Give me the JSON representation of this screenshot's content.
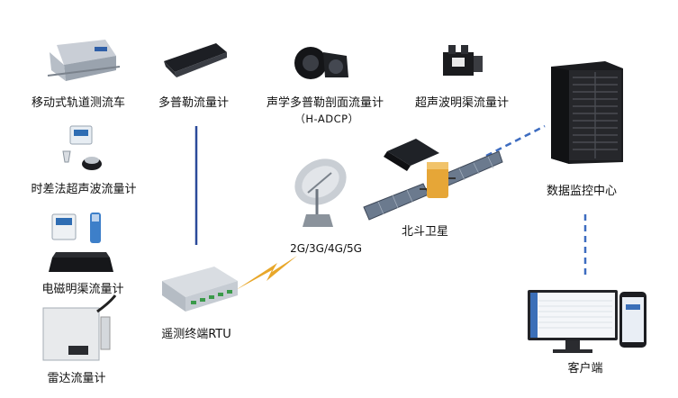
{
  "devices": {
    "mobile_rail_car": "移动式轨道测流车",
    "doppler_meter": "多普勒流量计",
    "adcp_meter": "声学多普勒剖面流量计",
    "adcp_code": "（H-ADCP）",
    "open_channel_ultrasonic": "超声波明渠流量计",
    "transit_time_ultrasonic": "时差法超声波流量计",
    "em_open_channel": "电磁明渠流量计",
    "radar_meter": "雷达流量计"
  },
  "network": {
    "rtu": "遥测终端RTU",
    "cellular": "2G/3G/4G/5G",
    "beidou": "北斗卫星",
    "data_center": "数据监控中心",
    "client": "客户端"
  },
  "colors": {
    "solid_link": "#2b4a9a",
    "dashed_link": "#3d6cc0",
    "lightning": "#e8a72a",
    "satellite_panel": "#6b7a8e",
    "satellite_body": "#e6a637"
  }
}
